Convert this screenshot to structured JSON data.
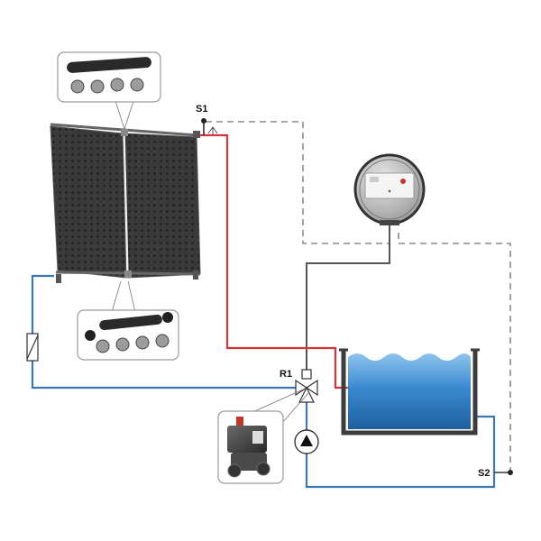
{
  "labels": {
    "s1": "S1",
    "s2": "S2",
    "r1": "R1"
  },
  "colors": {
    "hot_pipe": "#d8343a",
    "cold_pipe": "#3b78b6",
    "cable": "#505050",
    "sensor_line": "#808080",
    "panel": "#2d2d2d",
    "pool_water": "#2f7fc4"
  },
  "icons": {
    "pump": "pump-icon",
    "valve": "three-way-valve-icon",
    "controller": "controller-icon",
    "check_valve": "check-valve-icon"
  }
}
